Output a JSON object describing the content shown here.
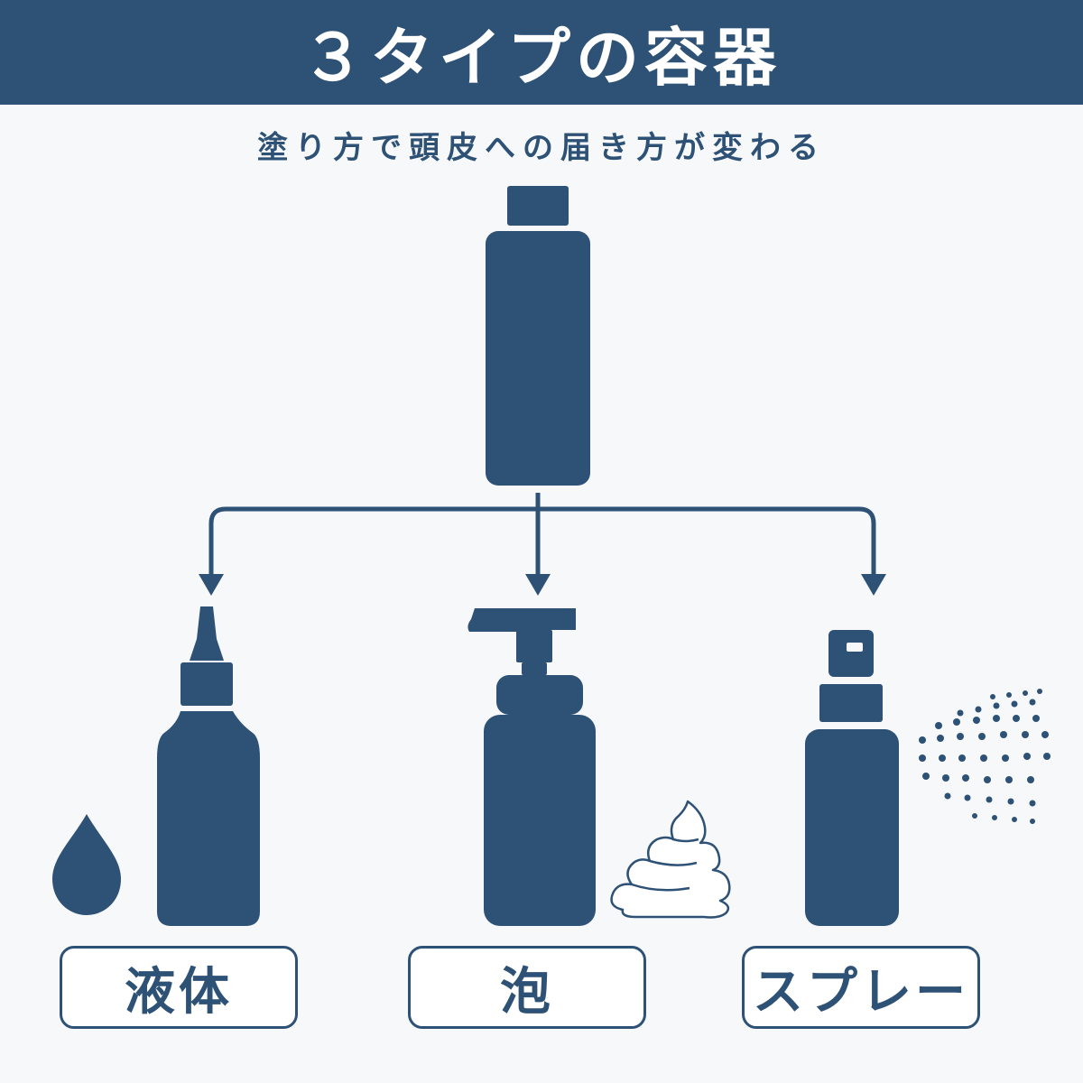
{
  "header": {
    "title": "３タイプの容器"
  },
  "subtitle": "塗り方で頭皮への届き方が変わる",
  "types": [
    {
      "label": "液体",
      "icon": "droplet-icon"
    },
    {
      "label": "泡",
      "icon": "foam-icon"
    },
    {
      "label": "スプレー",
      "icon": "spray-mist-icon"
    }
  ],
  "colors": {
    "primary": "#2e5176",
    "background": "#f7f8fa",
    "foam": "#ffffff"
  }
}
